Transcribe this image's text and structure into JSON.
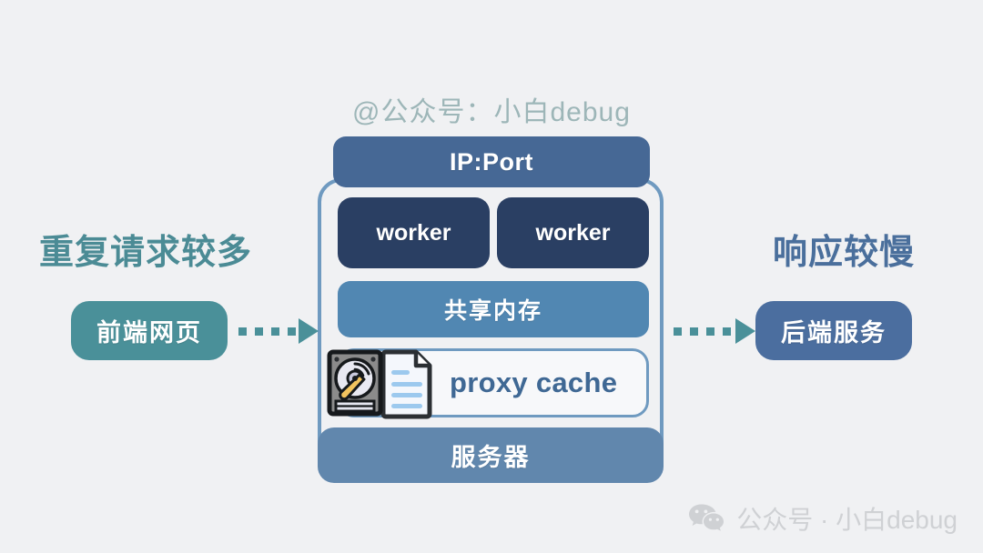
{
  "background": "#f0f1f3",
  "watermark_top": {
    "text": "@公众号：小白debug",
    "color": "#9db6b8"
  },
  "watermark_bottom": {
    "icon": "wechat-icon",
    "text": "公众号 · 小白debug",
    "color": "#cfd1d4"
  },
  "server": {
    "ip_port_label": "IP:Port",
    "ip_port_color": "#466895",
    "workers": [
      {
        "label": "worker"
      },
      {
        "label": "worker"
      }
    ],
    "worker_color": "#2a3f63",
    "shared_memory_label": "共享内存",
    "shared_memory_color": "#5187b2",
    "cache": {
      "label": "proxy cache",
      "text_color": "#3f6894",
      "border_color": "#6f9ac0",
      "icons": [
        "hard-disk-icon",
        "document-icon"
      ]
    },
    "server_label": "服务器",
    "server_color": "#6187ad",
    "outline_color": "#6f9ac0"
  },
  "left": {
    "heading": "重复请求较多",
    "heading_color": "#4b8b95",
    "pill_label": "前端网页",
    "pill_color": "#4a9099",
    "arrow_color": "#4a9099"
  },
  "right": {
    "heading": "响应较慢",
    "heading_color": "#4a6f9c",
    "pill_label": "后端服务",
    "pill_color": "#4b6e9f",
    "arrow_color": "#4a9099"
  }
}
